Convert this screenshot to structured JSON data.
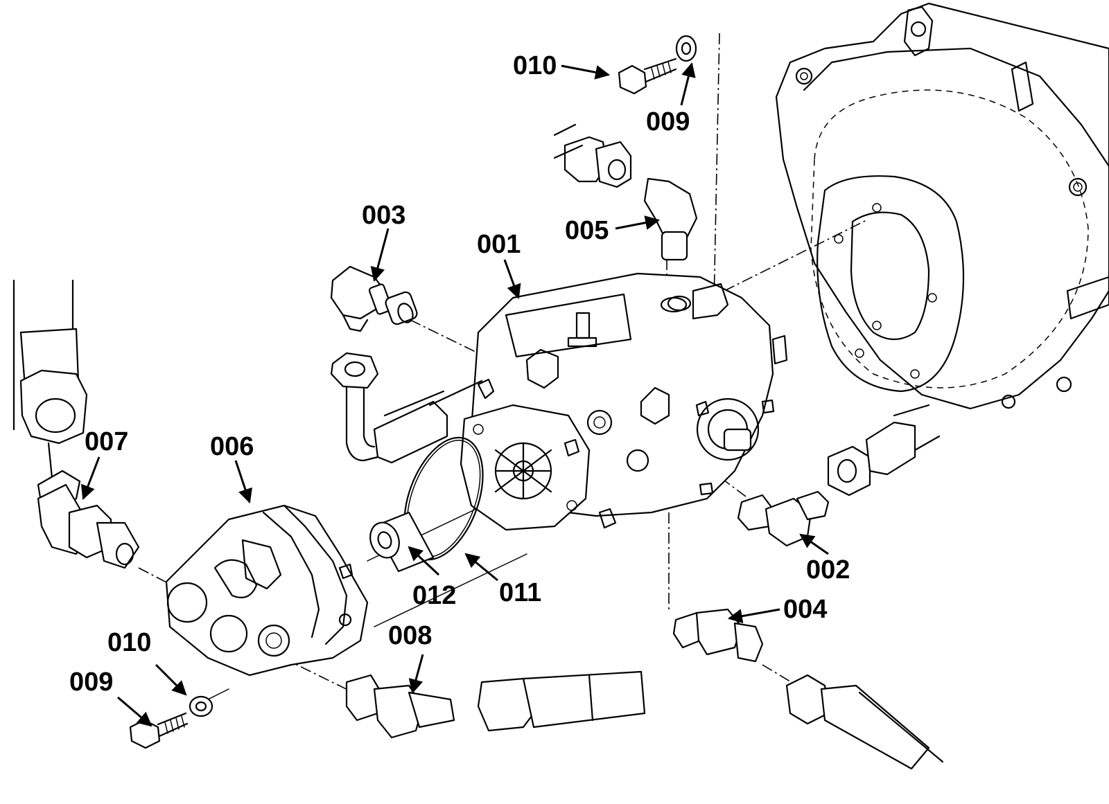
{
  "callouts": [
    {
      "id": "001",
      "label": "001"
    },
    {
      "id": "002",
      "label": "002"
    },
    {
      "id": "003",
      "label": "003"
    },
    {
      "id": "004",
      "label": "004"
    },
    {
      "id": "005",
      "label": "005"
    },
    {
      "id": "006",
      "label": "006"
    },
    {
      "id": "007",
      "label": "007"
    },
    {
      "id": "008",
      "label": "008"
    },
    {
      "id": "009-top",
      "label": "009"
    },
    {
      "id": "009-bottom",
      "label": "009"
    },
    {
      "id": "010-top",
      "label": "010"
    },
    {
      "id": "010-bottom",
      "label": "010"
    },
    {
      "id": "011",
      "label": "011"
    },
    {
      "id": "012",
      "label": "012"
    }
  ]
}
